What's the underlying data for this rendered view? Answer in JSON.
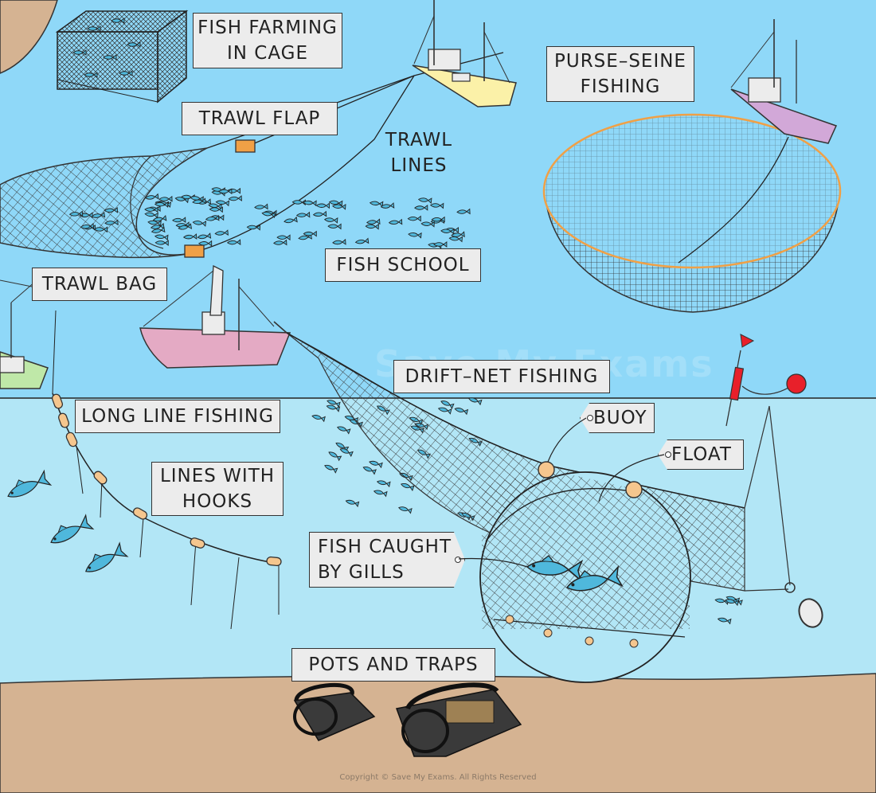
{
  "colors": {
    "sky_water": "#8fd8f8",
    "underwater": "#b2e6f6",
    "seabed": "#d5b392",
    "fish": "#4fb8dc",
    "float": "#f5c68e",
    "boat_yellow": "#fbf1a8",
    "boat_pink": "#e4aac4",
    "boat_purple": "#d2a8d8",
    "boat_green": "#bfe8a8",
    "label_bg": "#ececec",
    "trap": "#3a3a3a"
  },
  "labels": {
    "fish_farming": [
      "FISH FARMING",
      "IN CAGE"
    ],
    "trawl_flap": "TRAWL FLAP",
    "trawl_lines": [
      "TRAWL",
      "LINES"
    ],
    "purse_seine": [
      "PURSE–SEINE",
      "FISHING"
    ],
    "fish_school": "FISH SCHOOL",
    "trawl_bag": "TRAWL BAG",
    "drift_net": "DRIFT–NET FISHING",
    "long_line": "LONG LINE FISHING",
    "buoy": "BUOY",
    "float": "FLOAT",
    "lines_with_hooks": [
      "LINES WITH",
      "HOOKS"
    ],
    "fish_caught": [
      "FISH CAUGHT",
      "BY GILLS"
    ],
    "pots_traps": "POTS AND TRAPS"
  },
  "watermark": "Save My Exams",
  "copyright": "Copyright © Save My Exams. All Rights Reserved"
}
